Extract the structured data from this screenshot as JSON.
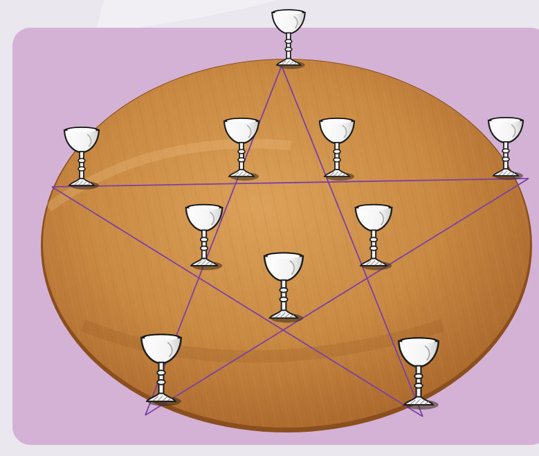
{
  "colors": {
    "page_background": "#ebe7ef",
    "panel": "#d3b2d6",
    "panel_shadow": "#c5a3c9",
    "table_light": "#d89a52",
    "table_mid": "#c07a35",
    "table_dark": "#9c5a22",
    "table_rim": "#8a4f1d",
    "star_line": "#7b3fa6",
    "glass_outline": "#2a2a2a",
    "glass_fill": "#ffffff",
    "base_shadow": "#3a2a1a"
  },
  "puzzle": {
    "star_point_count": 5,
    "line_count": 5,
    "glass_count": 10,
    "glasses_per_line": 4
  },
  "icons": {
    "glass": "wine-glass-icon",
    "table": "round-wooden-table",
    "star": "pentagram-lines"
  }
}
